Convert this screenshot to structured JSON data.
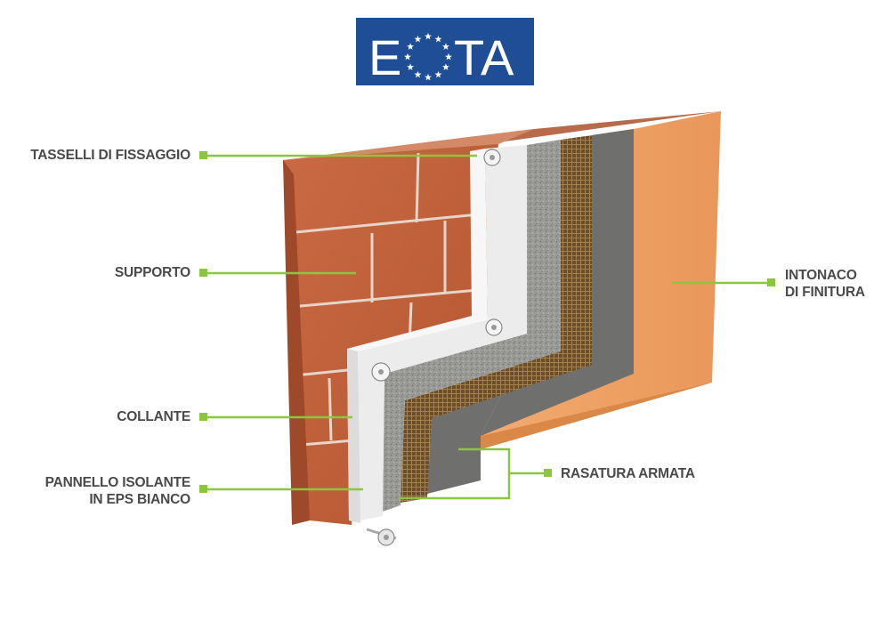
{
  "logo": {
    "text_left": "E",
    "text_right": "TA",
    "background": "#1F4E97",
    "star_color": "#FFFFFF"
  },
  "accent_color": "#8CC63F",
  "labels": {
    "tasselli": "TASSELLI DI FISSAGGIO",
    "supporto": "SUPPORTO",
    "collante": "COLLANTE",
    "pannello_line1": "PANNELLO ISOLANTE",
    "pannello_line2": "IN EPS BIANCO",
    "rasatura": "RASATURA ARMATA",
    "intonaco_line1": "INTONACO",
    "intonaco_line2": "DI FINITURA"
  },
  "colors": {
    "brick": "#C4643E",
    "insulation": "#EEEEEE",
    "adhesive": "#9A9A96",
    "mesh": "#7A5A30",
    "base_coat": "#6F6F6D",
    "finish": "#F0A466",
    "text": "#4A4A4A"
  }
}
